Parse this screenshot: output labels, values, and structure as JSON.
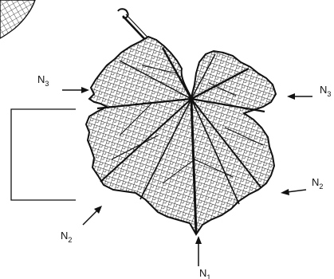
{
  "labels": {
    "top_left": {
      "main": "N",
      "sub": "3"
    },
    "top_right": {
      "main": "N",
      "sub": "3"
    },
    "mid_right": {
      "main": "N",
      "sub": "2"
    },
    "bottom_left": {
      "main": "N",
      "sub": "2"
    },
    "bottom": {
      "main": "N",
      "sub": "1"
    }
  }
}
